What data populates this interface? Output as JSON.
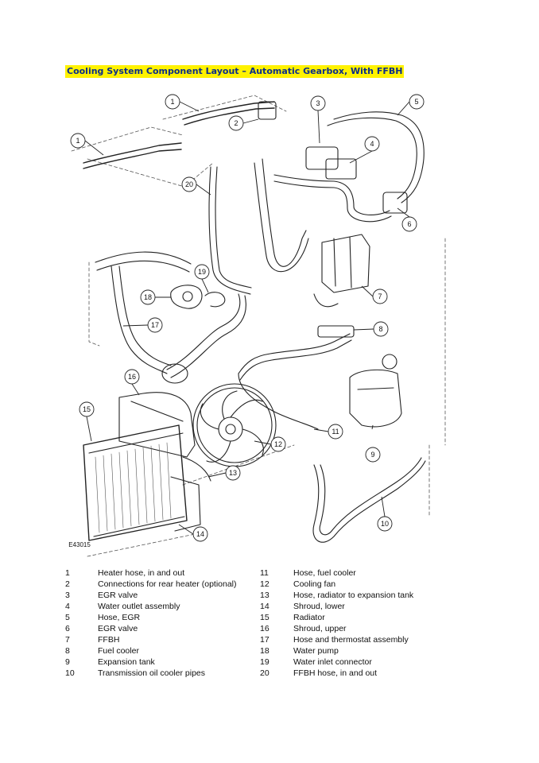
{
  "title": "Cooling System Component Layout – Automatic Gearbox, With FFBH",
  "figure_id": "E43015",
  "callouts": [
    "1",
    "1",
    "2",
    "3",
    "4",
    "5",
    "6",
    "7",
    "8",
    "9",
    "10",
    "11",
    "12",
    "13",
    "14",
    "15",
    "16",
    "17",
    "18",
    "19",
    "20"
  ],
  "legend": [
    {
      "left_num": "1",
      "left_label": "Heater hose, in and out",
      "right_num": "11",
      "right_label": "Hose, fuel cooler"
    },
    {
      "left_num": "2",
      "left_label": "Connections for rear heater (optional)",
      "right_num": "12",
      "right_label": "Cooling fan"
    },
    {
      "left_num": "3",
      "left_label": "EGR valve",
      "right_num": "13",
      "right_label": "Hose, radiator to expansion tank"
    },
    {
      "left_num": "4",
      "left_label": "Water outlet assembly",
      "right_num": "14",
      "right_label": "Shroud, lower"
    },
    {
      "left_num": "5",
      "left_label": "Hose, EGR",
      "right_num": "15",
      "right_label": "Radiator"
    },
    {
      "left_num": "6",
      "left_label": "EGR valve",
      "right_num": "16",
      "right_label": "Shroud, upper"
    },
    {
      "left_num": "7",
      "left_label": "FFBH",
      "right_num": "17",
      "right_label": "Hose and thermostat assembly"
    },
    {
      "left_num": "8",
      "left_label": "Fuel cooler",
      "right_num": "18",
      "right_label": "Water pump"
    },
    {
      "left_num": "9",
      "left_label": "Expansion tank",
      "right_num": "19",
      "right_label": "Water inlet connector"
    },
    {
      "left_num": "10",
      "left_label": "Transmission oil cooler pipes",
      "right_num": "20",
      "right_label": "FFBH hose, in and out"
    }
  ]
}
